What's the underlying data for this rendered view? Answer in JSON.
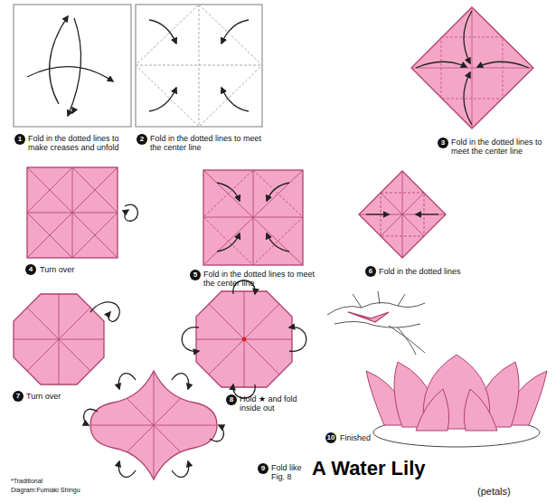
{
  "diagram": {
    "title": "A Water Lily",
    "labels": [
      "1",
      "Fold in the dotted lines to make creases and unfold",
      "2",
      "Fold in the dotted lines to meet the center line",
      "3",
      "Fold in the dotted lines to meet the center line",
      "4",
      "Turn over",
      "5",
      "Fold in the dotted lines to meet the center line",
      "6",
      "Fold in the dotted lines",
      "7",
      "Turn over",
      "8",
      "Hold ★ and fold inside out",
      "9",
      "Fold like Fig. 8",
      "10",
      "Finished",
      "(petals)",
      "*Traditional",
      "Diagram:Fumiaki Shingu"
    ]
  }
}
